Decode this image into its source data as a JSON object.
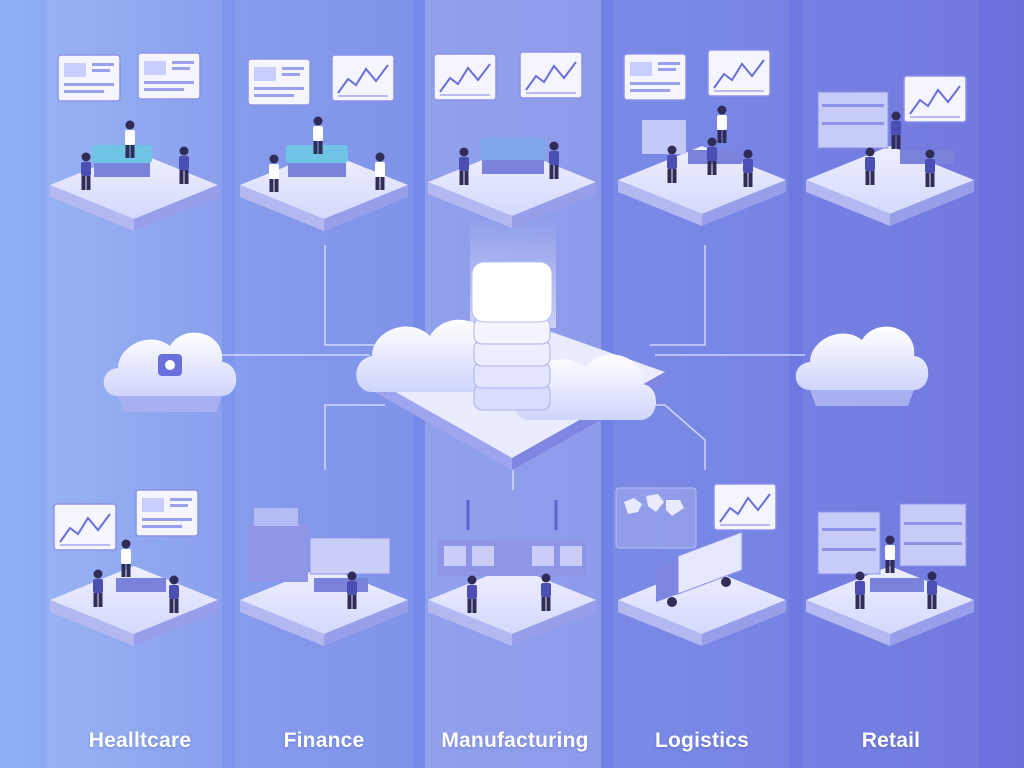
{
  "columns": [
    {
      "label": "Healltcare"
    },
    {
      "label": "Finance"
    },
    {
      "label": "Manufacturing"
    },
    {
      "label": "Logistics"
    },
    {
      "label": "Retail"
    }
  ],
  "colors": {
    "background_left": "#8fb0f4",
    "background_right": "#6a6fdc",
    "platform_top": "#dfe3fb",
    "platform_side": "#a8aef0",
    "accent": "#5b63d6",
    "cloud": "#eef0ff",
    "label_text": "#ffffff"
  },
  "icons": {
    "left_cloud": "cloud-shield-icon",
    "center": "cloud-server-stack-icon",
    "right_cloud": "cloud-icon",
    "logistics_truck": "truck-icon",
    "logistics_map": "world-map-icon"
  }
}
